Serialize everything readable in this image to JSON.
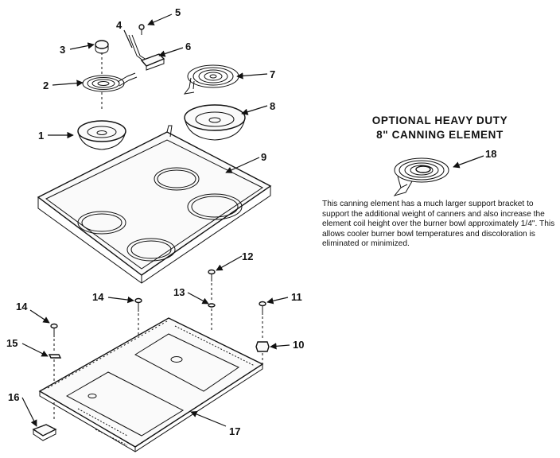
{
  "optional_panel": {
    "title_line1": "OPTIONAL HEAVY DUTY",
    "title_line2": "8\" CANNING ELEMENT",
    "description": "This canning element has a much larger support bracket to support the additional weight of canners and also increase the element coil height over the burner bowl approximately 1/4\". This allows cooler burner bowl temperatures and discoloration is eliminated or minimized."
  },
  "callouts": {
    "c1": "1",
    "c2": "2",
    "c3": "3",
    "c4": "4",
    "c5": "5",
    "c6": "6",
    "c7": "7",
    "c8": "8",
    "c9": "9",
    "c10": "10",
    "c11": "11",
    "c12": "12",
    "c13": "13",
    "c14a": "14",
    "c14b": "14",
    "c15": "15",
    "c16": "16",
    "c17": "17",
    "c18": "18"
  }
}
